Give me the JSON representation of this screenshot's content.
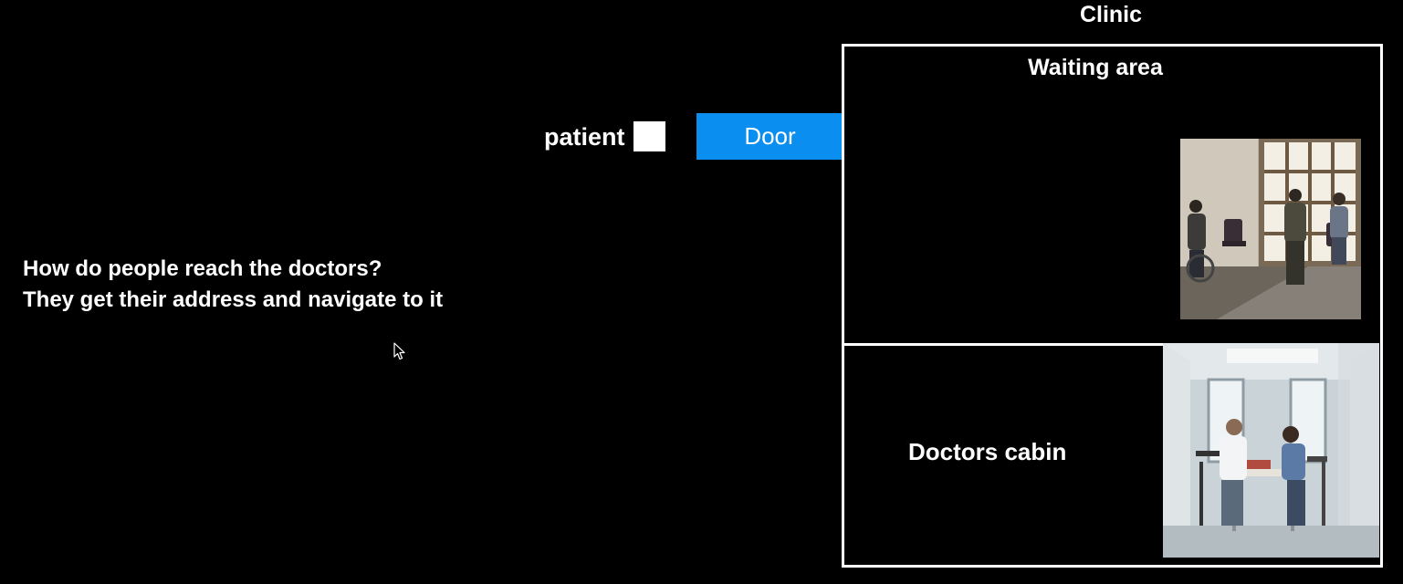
{
  "question": {
    "line1": "How do people reach the doctors?",
    "line2": "They get their address and navigate to it"
  },
  "patient": {
    "label": "patient"
  },
  "door": {
    "label": "Door",
    "color": "#0a8ef0"
  },
  "clinic": {
    "title": "Clinic",
    "waiting_area": {
      "title": "Waiting area",
      "photo_icon": "waiting-room-photo"
    },
    "doctors_cabin": {
      "title": "Doctors cabin",
      "photo_icon": "doctor-consultation-photo"
    }
  },
  "colors": {
    "background": "#000000",
    "foreground": "#ffffff",
    "accent": "#0a8ef0"
  }
}
